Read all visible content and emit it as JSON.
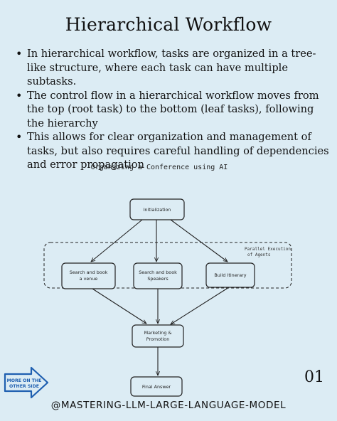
{
  "title": "Hierarchical Workflow",
  "bullets": [
    "In hierarchical workflow, tasks are organized in a tree-like structure, where each task can have multiple subtasks.",
    "The control flow in a hierarchical workflow moves from the top (root task) to the bottom (leaf tasks), following the hierarchy",
    "This allows for clear organization and management of tasks, but also requires careful handling of dependencies and error propagation"
  ],
  "diagram": {
    "caption": "Organizing a Conference using AI",
    "group_label_line1": "Parallel Execution",
    "group_label_line2": "of Agents",
    "nodes": {
      "initialization": [
        "Initialization"
      ],
      "venue": [
        "Search and book",
        "a venue"
      ],
      "speakers": [
        "Search and book",
        "Speakers"
      ],
      "itinerary": [
        "Build Itinerary"
      ],
      "marketing": [
        "Marketing &",
        "Promotion"
      ],
      "final": [
        "Final Answer"
      ]
    }
  },
  "badge": {
    "line1": "MORE ON THE",
    "line2": "OTHER SIDE"
  },
  "page_number": "01",
  "handle": "@MASTERING-LLM-LARGE-LANGUAGE-MODEL",
  "colors": {
    "background": "#dcecf4",
    "badge": "#1f5fb0"
  }
}
